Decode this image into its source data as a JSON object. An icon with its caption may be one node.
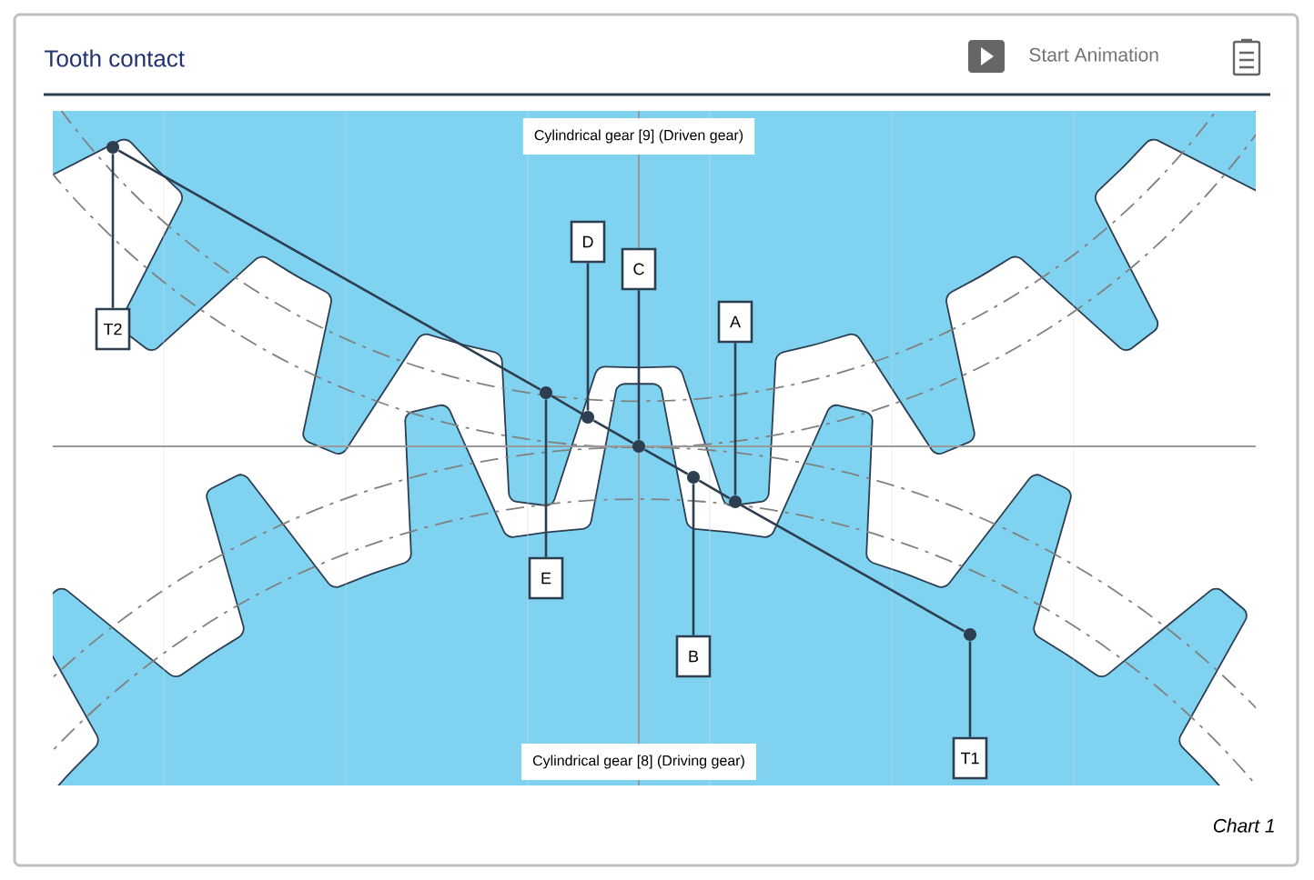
{
  "diagram": {
    "title": "Tooth contact",
    "caption": "Chart 1",
    "nodes": [
      {
        "text": [
          "T2"
        ]
      },
      {
        "text": [
          "D"
        ]
      },
      {
        "text": [
          "C"
        ]
      },
      {
        "text": [
          "A"
        ]
      },
      {
        "text": [
          "E"
        ]
      },
      {
        "text": [
          "B"
        ]
      },
      {
        "text": [
          "T1"
        ]
      },
      {
        "text": [],
        "shape": "circle"
      },
      {
        "text": [],
        "shape": "circle"
      },
      {
        "text": [],
        "shape": "circle"
      },
      {
        "text": [],
        "shape": "circle"
      },
      {
        "text": [],
        "shape": "circle"
      },
      {
        "text": [],
        "shape": "circle"
      },
      {
        "text": [],
        "shape": "circle"
      }
    ],
    "edges": [
      {
        "from": 0,
        "to": 7,
        "arrow": "none"
      },
      {
        "from": 1,
        "to": 9,
        "arrow": "none"
      },
      {
        "from": 2,
        "to": 10,
        "arrow": "none"
      },
      {
        "from": 3,
        "to": 12,
        "arrow": "none"
      },
      {
        "from": 4,
        "to": 8,
        "arrow": "none"
      },
      {
        "from": 5,
        "to": 11,
        "arrow": "none"
      },
      {
        "from": 6,
        "to": 13,
        "arrow": "none"
      },
      {
        "from": 7,
        "to": 8,
        "arrow": "none"
      },
      {
        "from": 8,
        "to": 9,
        "arrow": "none"
      },
      {
        "from": 9,
        "to": 10,
        "arrow": "none"
      },
      {
        "from": 10,
        "to": 11,
        "arrow": "none"
      },
      {
        "from": 11,
        "to": 12,
        "arrow": "none"
      },
      {
        "from": 12,
        "to": 13,
        "arrow": "none"
      }
    ],
    "labels": [
      "Start Animation",
      "Cylindrical gear [9] (Driven gear)",
      "Cylindrical gear [8] (Driving gear)"
    ]
  }
}
